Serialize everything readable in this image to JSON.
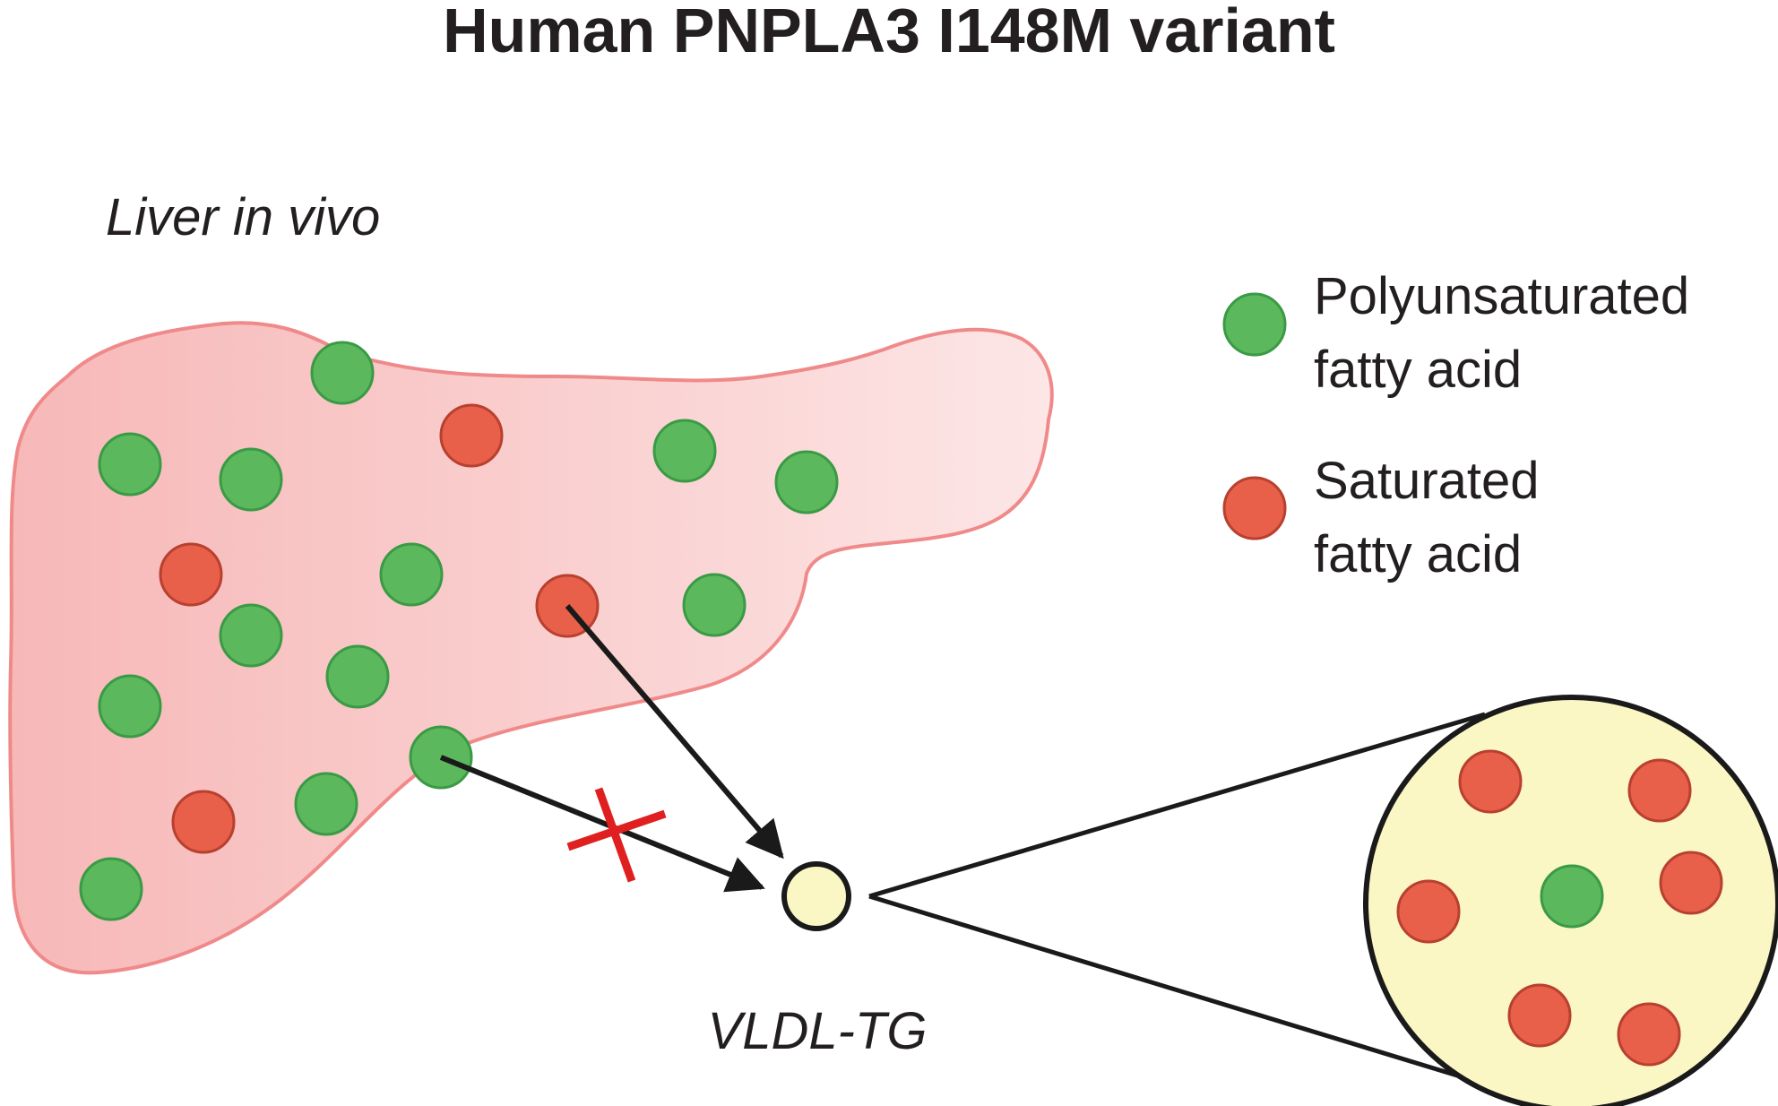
{
  "title": "Human PNPLA3 I148M variant",
  "liver_label": "Liver in vivo",
  "vldl_label": "VLDL-TG",
  "legend": {
    "pufa_line1": "Polyunsaturated",
    "pufa_line2": "fatty acid",
    "sfa_line1": "Saturated",
    "sfa_line2": "fatty acid"
  },
  "colors": {
    "pufa": "#5cb85c",
    "pufa_stroke": "#3a9a45",
    "sfa": "#e8604a",
    "sfa_stroke": "#b8402f",
    "liver_fill": "#f9c4c4",
    "liver_stroke": "#f08a8a",
    "vldl_fill": "#fbf7c4",
    "blocked_mark": "#e02020",
    "arrow": "#1a1a1a"
  },
  "pathways": [
    {
      "from": "saturated fatty acid",
      "to": "VLDL-TG",
      "blocked": false
    },
    {
      "from": "polyunsaturated fatty acid",
      "to": "VLDL-TG",
      "blocked": true
    }
  ]
}
